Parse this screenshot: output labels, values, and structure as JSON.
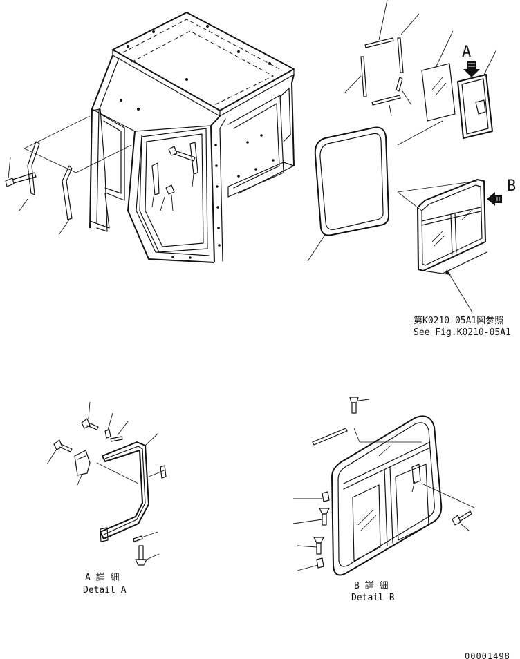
{
  "callouts": {
    "detail_a_marker": "A",
    "detail_b_marker": "B"
  },
  "reference": {
    "jp": "第K0210-05A1図参照",
    "en": "See Fig.K0210-05A1"
  },
  "captions": {
    "detail_a_jp": "A 詳 細",
    "detail_a_en": "Detail A",
    "detail_b_jp": "B 詳 細",
    "detail_b_en": "Detail B"
  },
  "figure_number": "00001498",
  "icons": {
    "view_arrow": "view-direction-arrow-icon",
    "screw": "screw-icon",
    "bolt": "bolt-icon",
    "rivet": "rivet-icon"
  },
  "colors": {
    "line": "#111111",
    "background": "#ffffff"
  }
}
